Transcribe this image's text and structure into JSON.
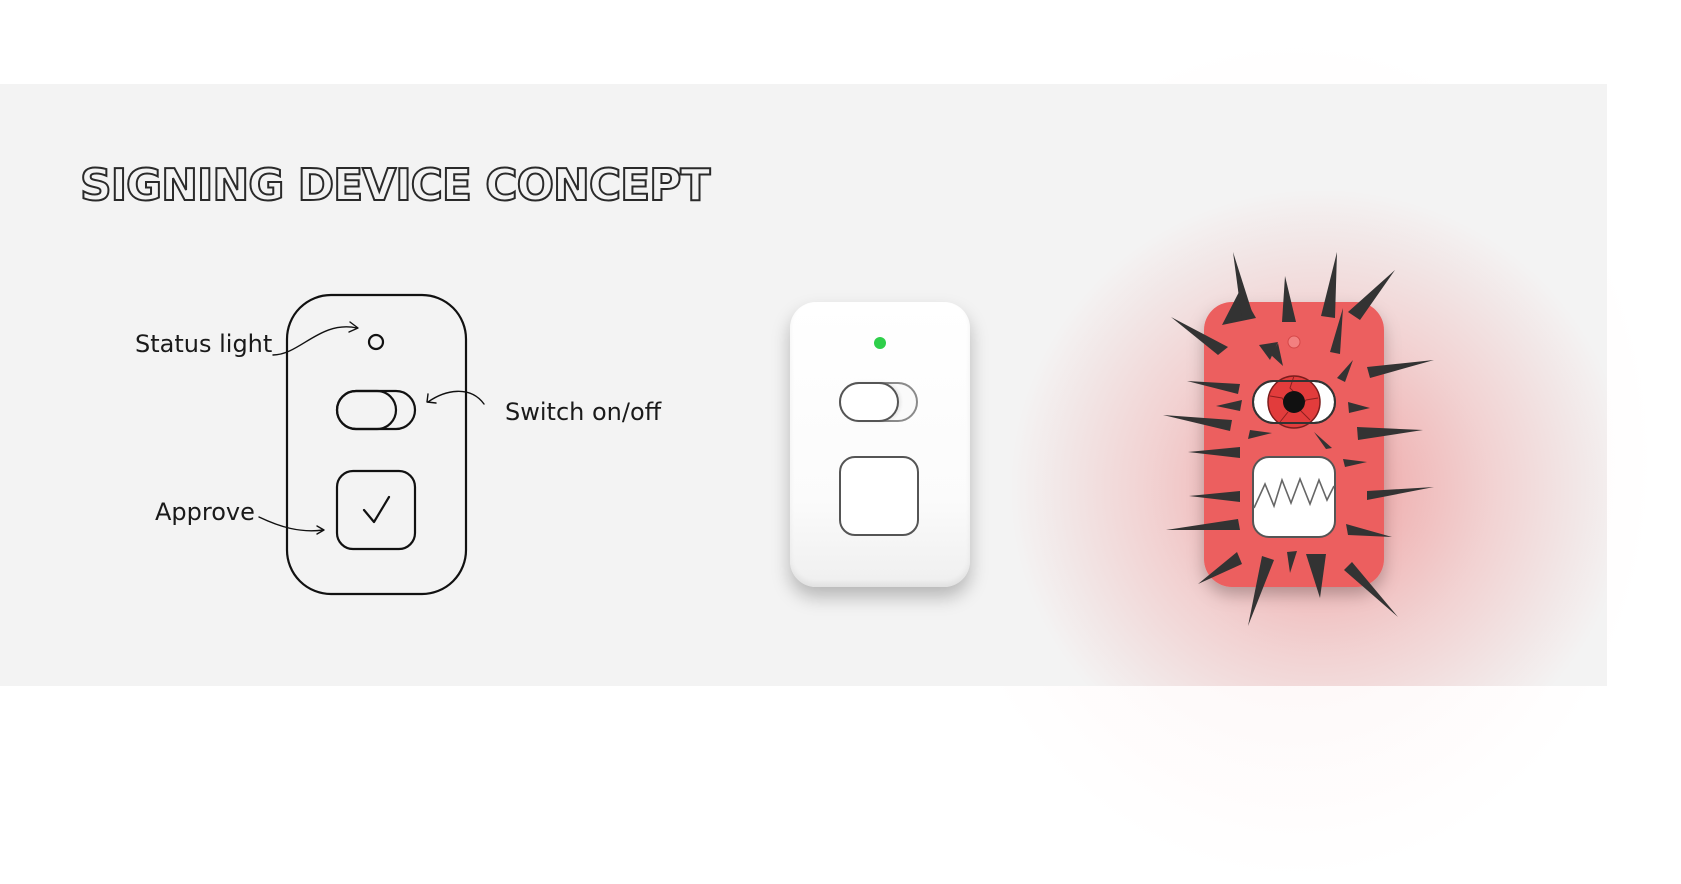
{
  "title": "SIGNING DEVICE CONCEPT",
  "annotations": {
    "status_light": "Status light",
    "switch": "Switch on/off",
    "approve": "Approve"
  },
  "colors": {
    "background_panel": "#f3f3f3",
    "status_led_on": "#2ecf4a",
    "monster_body": "#ec5f5f",
    "spikes": "#333333",
    "eye_iris": "#e23c3c"
  },
  "icons": {
    "approve_symbol": "checkmark-icon"
  }
}
